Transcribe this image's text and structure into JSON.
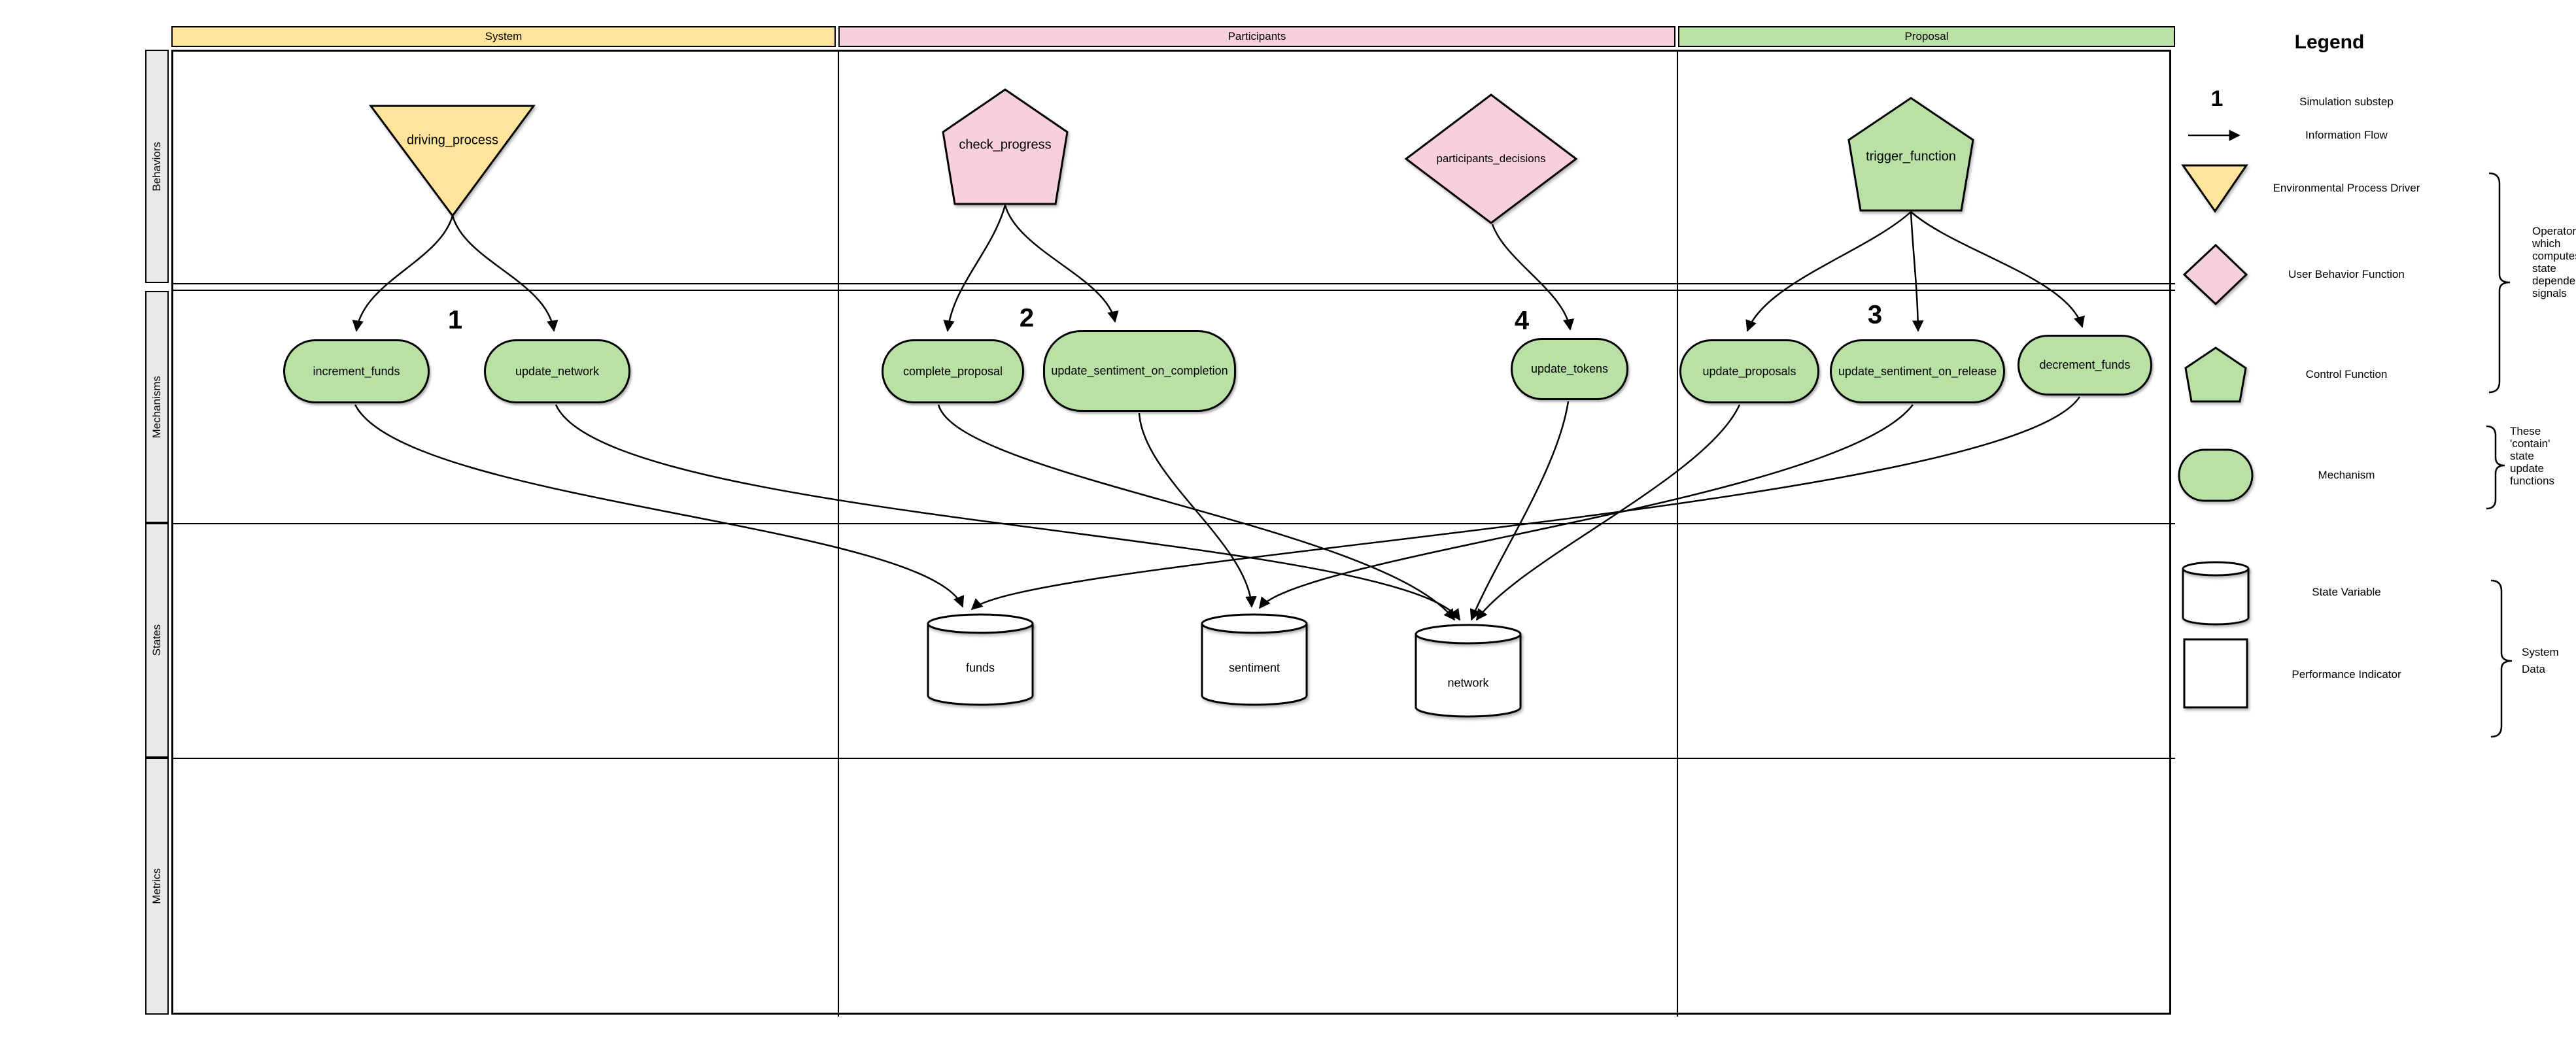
{
  "diagram": {
    "columns": [
      {
        "label": "System",
        "color": "#FFE59B"
      },
      {
        "label": "Participants",
        "color": "#F8CFDC"
      },
      {
        "label": "Proposal",
        "color": "#B9E0A5"
      }
    ],
    "rows": [
      {
        "label": "Behaviors"
      },
      {
        "label": "Mechanisms"
      },
      {
        "label": "States"
      },
      {
        "label": "Metrics"
      }
    ],
    "behaviors": [
      {
        "label": "driving_process",
        "shape": "inverted-triangle",
        "column": "System",
        "color": "#FFE59B"
      },
      {
        "label": "check_progress",
        "shape": "pentagon",
        "column": "Participants",
        "color": "#F8CFDC"
      },
      {
        "label": "participants_decisions",
        "shape": "diamond",
        "column": "Participants",
        "color": "#F8CFDC"
      },
      {
        "label": "trigger_function",
        "shape": "pentagon",
        "column": "Proposal",
        "color": "#B9E0A5"
      }
    ],
    "substeps": [
      {
        "label": "1",
        "column": "System"
      },
      {
        "label": "2",
        "column": "Participants"
      },
      {
        "label": "4",
        "column": "Participants"
      },
      {
        "label": "3",
        "column": "Proposal"
      }
    ],
    "mechanisms": [
      {
        "label": "increment_funds"
      },
      {
        "label": "update_network"
      },
      {
        "label": "complete_proposal"
      },
      {
        "label": "update_sentiment_on_completion"
      },
      {
        "label": "update_tokens"
      },
      {
        "label": "update_proposals"
      },
      {
        "label": "update_sentiment_on_release"
      },
      {
        "label": "decrement_funds"
      }
    ],
    "states": [
      {
        "label": "funds"
      },
      {
        "label": "sentiment"
      },
      {
        "label": "network"
      }
    ],
    "flows": [
      {
        "from": "driving_process",
        "to": "increment_funds"
      },
      {
        "from": "driving_process",
        "to": "update_network"
      },
      {
        "from": "check_progress",
        "to": "complete_proposal"
      },
      {
        "from": "check_progress",
        "to": "update_sentiment_on_completion"
      },
      {
        "from": "participants_decisions",
        "to": "update_tokens"
      },
      {
        "from": "trigger_function",
        "to": "update_proposals"
      },
      {
        "from": "trigger_function",
        "to": "update_sentiment_on_release"
      },
      {
        "from": "trigger_function",
        "to": "decrement_funds"
      },
      {
        "from": "increment_funds",
        "to": "funds"
      },
      {
        "from": "update_network",
        "to": "network"
      },
      {
        "from": "complete_proposal",
        "to": "network"
      },
      {
        "from": "update_sentiment_on_completion",
        "to": "sentiment"
      },
      {
        "from": "update_tokens",
        "to": "network"
      },
      {
        "from": "update_proposals",
        "to": "network"
      },
      {
        "from": "update_sentiment_on_release",
        "to": "sentiment"
      },
      {
        "from": "decrement_funds",
        "to": "funds"
      }
    ]
  },
  "legend": {
    "title": "Legend",
    "substep_symbol": "1",
    "items": [
      {
        "label": "Simulation substep",
        "symbol": "number"
      },
      {
        "label": "Information Flow",
        "symbol": "arrow"
      },
      {
        "label": "Environmental Process Driver",
        "symbol": "inverted-triangle",
        "color": "#FFE59B"
      },
      {
        "label": "User Behavior Function",
        "symbol": "diamond",
        "color": "#F8CFDC"
      },
      {
        "label": "Control Function",
        "symbol": "pentagon",
        "color": "#B9E0A5"
      },
      {
        "label": "Mechanism",
        "symbol": "stadium",
        "color": "#B9E0A5"
      },
      {
        "label": "State Variable",
        "symbol": "cylinder",
        "color": "#FFFFFF"
      },
      {
        "label": "Performance Indicator",
        "symbol": "rectangle",
        "color": "#FFFFFF"
      }
    ],
    "annotations": [
      {
        "text": "Operators which computes state dependent signals"
      },
      {
        "text": "These 'contain' state update functions"
      },
      {
        "text": "System Data"
      }
    ]
  }
}
